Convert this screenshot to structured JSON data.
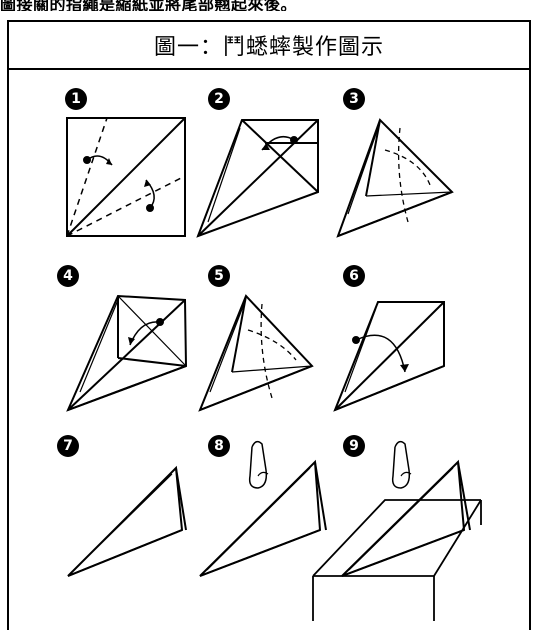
{
  "header": {
    "top_strip_text": "圖接關的指繩是縮紙並將尾部翹起來後。",
    "title": "圖一：鬥蟋蟀製作圖示"
  },
  "steps": [
    "1",
    "2",
    "3",
    "4",
    "5",
    "6",
    "7",
    "8",
    "9"
  ]
}
